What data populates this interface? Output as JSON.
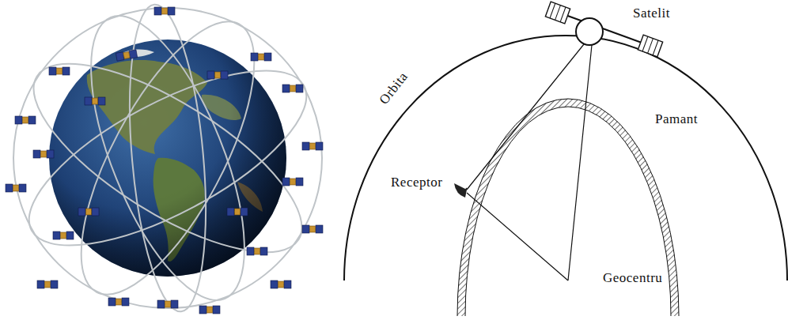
{
  "diagram": {
    "labels": [
      "Satelit",
      "Orbita",
      "Pamant",
      "Receptor",
      "Geocentru"
    ]
  }
}
